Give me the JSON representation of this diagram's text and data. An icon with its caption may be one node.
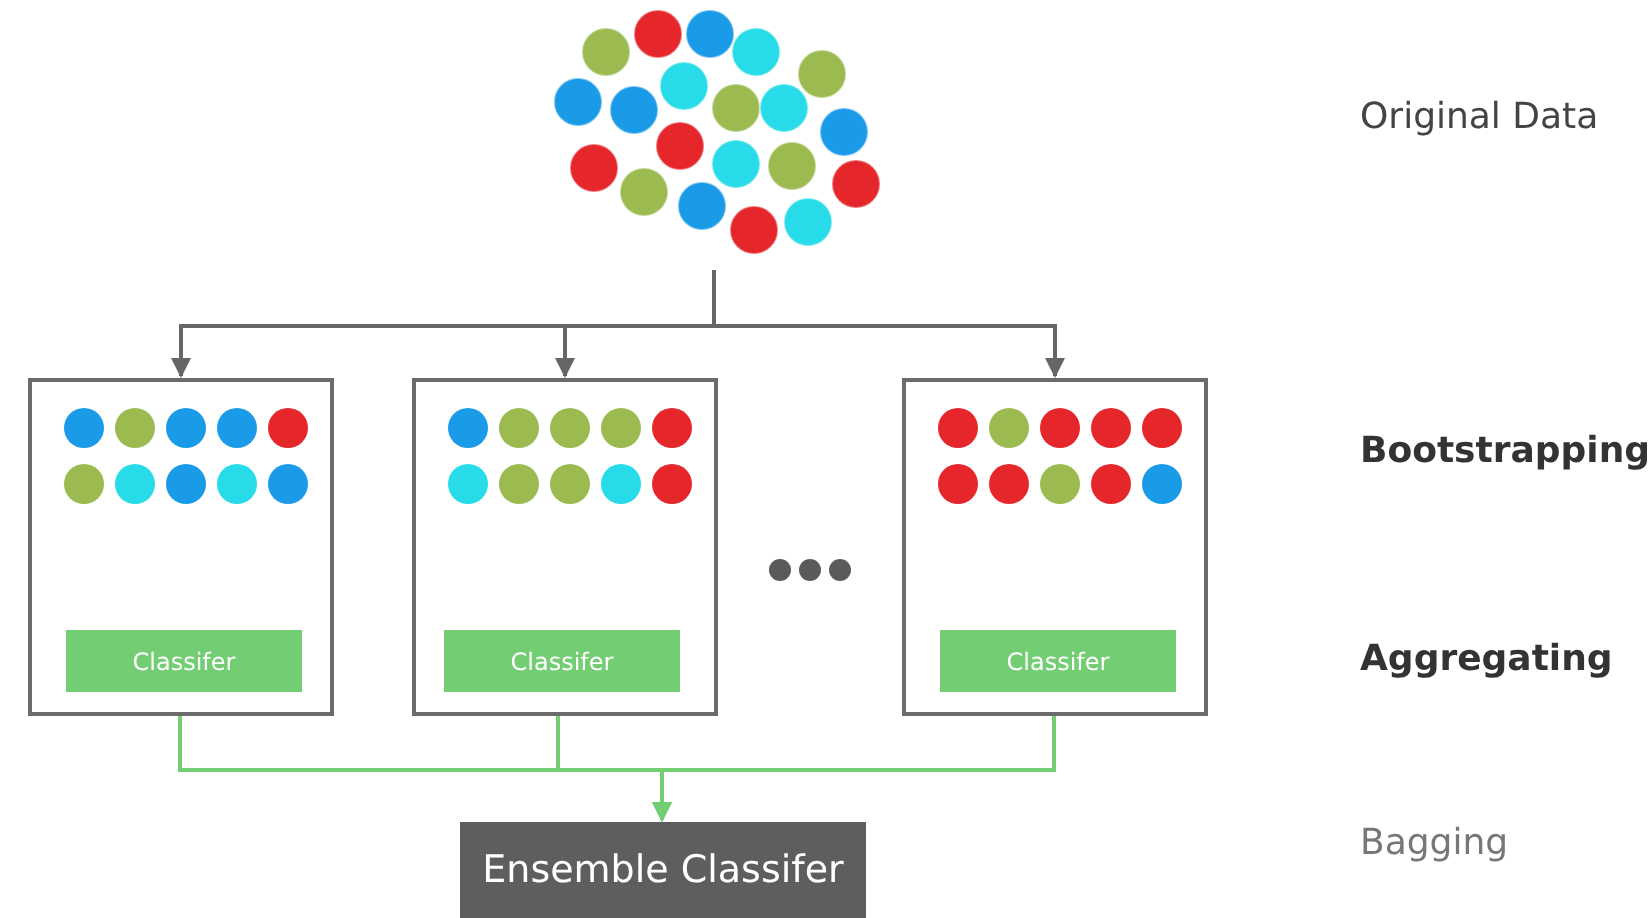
{
  "diagram": {
    "nodes": [
      {
        "text": [],
        "shape": "dots"
      },
      {
        "text": [],
        "shape": "box"
      },
      {
        "text": [],
        "shape": "box"
      },
      {
        "text": [],
        "shape": "box"
      },
      {
        "text": [
          "Classifer"
        ],
        "in": 1
      },
      {
        "text": [
          "Classifer"
        ],
        "in": 2
      },
      {
        "text": [
          "Classifer"
        ],
        "in": 3
      },
      {
        "text": [
          "Ensemble Classifer"
        ]
      }
    ],
    "edges": [
      {
        "from": 0,
        "to": 1,
        "arrow": "to",
        "color": "#666666"
      },
      {
        "from": 0,
        "to": 2,
        "arrow": "to",
        "color": "#666666"
      },
      {
        "from": 0,
        "to": 3,
        "arrow": "to",
        "color": "#666666"
      },
      {
        "from": 4,
        "to": 7,
        "arrow": "to",
        "color": "#73cd73"
      },
      {
        "from": 5,
        "to": 7,
        "arrow": "to",
        "color": "#73cd73"
      },
      {
        "from": 6,
        "to": 7,
        "arrow": "to",
        "color": "#73cd73"
      }
    ],
    "labels": [
      "Original Data",
      "Bootstrapping",
      "Aggregating",
      "Bagging"
    ]
  }
}
